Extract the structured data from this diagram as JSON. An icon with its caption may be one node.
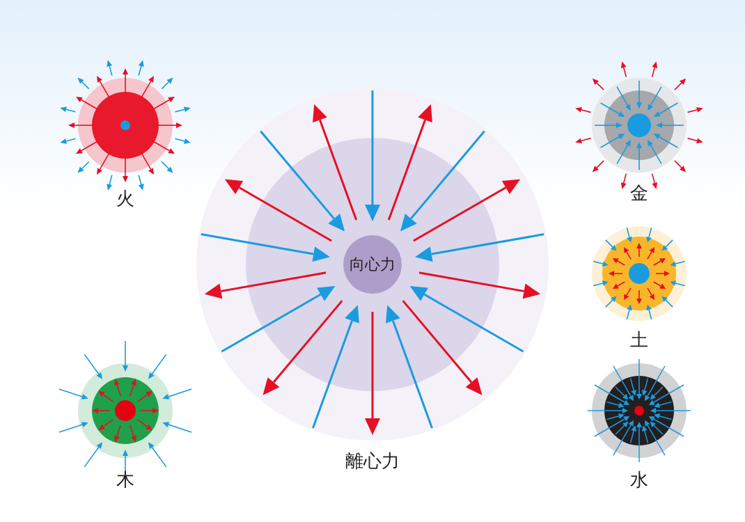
{
  "diagram": {
    "nodes": [
      {
        "text": [
          "離心力"
        ]
      },
      {
        "text": [
          "向心力"
        ],
        "in": 0
      },
      {
        "text": [
          "火"
        ]
      },
      {
        "text": [
          "金"
        ]
      },
      {
        "text": [
          "土"
        ]
      },
      {
        "text": [
          "木"
        ]
      },
      {
        "text": [
          "水"
        ]
      }
    ]
  }
}
